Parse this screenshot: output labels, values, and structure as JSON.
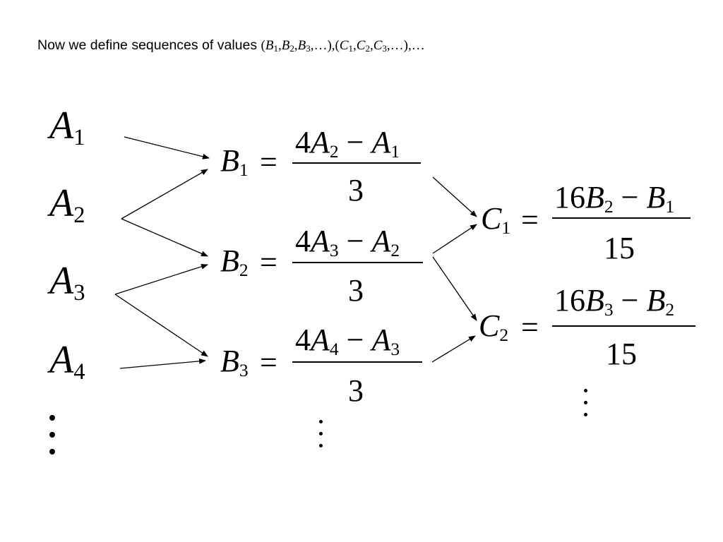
{
  "intro": {
    "text": "Now we define sequences of values",
    "seq_b": [
      "B",
      "1",
      "B",
      "2",
      "B",
      "3"
    ],
    "seq_c": [
      "C",
      "1",
      "C",
      "2",
      "C",
      "3"
    ],
    "ellipsis": "…"
  },
  "a_terms": [
    {
      "sym": "A",
      "idx": "1"
    },
    {
      "sym": "A",
      "idx": "2"
    },
    {
      "sym": "A",
      "idx": "3"
    },
    {
      "sym": "A",
      "idx": "4"
    }
  ],
  "b_terms": [
    {
      "sym": "B",
      "idx": "1",
      "coef": "4",
      "s1": "A",
      "i1": "2",
      "op": "−",
      "s2": "A",
      "i2": "1",
      "den": "3"
    },
    {
      "sym": "B",
      "idx": "2",
      "coef": "4",
      "s1": "A",
      "i1": "3",
      "op": "−",
      "s2": "A",
      "i2": "2",
      "den": "3"
    },
    {
      "sym": "B",
      "idx": "3",
      "coef": "4",
      "s1": "A",
      "i1": "4",
      "op": "−",
      "s2": "A",
      "i2": "3",
      "den": "3"
    }
  ],
  "c_terms": [
    {
      "sym": "C",
      "idx": "1",
      "coef": "16",
      "s1": "B",
      "i1": "2",
      "op": "−",
      "s2": "B",
      "i2": "1",
      "den": "15"
    },
    {
      "sym": "C",
      "idx": "2",
      "coef": "16",
      "s1": "B",
      "i1": "3",
      "op": "−",
      "s2": "B",
      "i2": "2",
      "den": "15"
    }
  ],
  "equals": "="
}
